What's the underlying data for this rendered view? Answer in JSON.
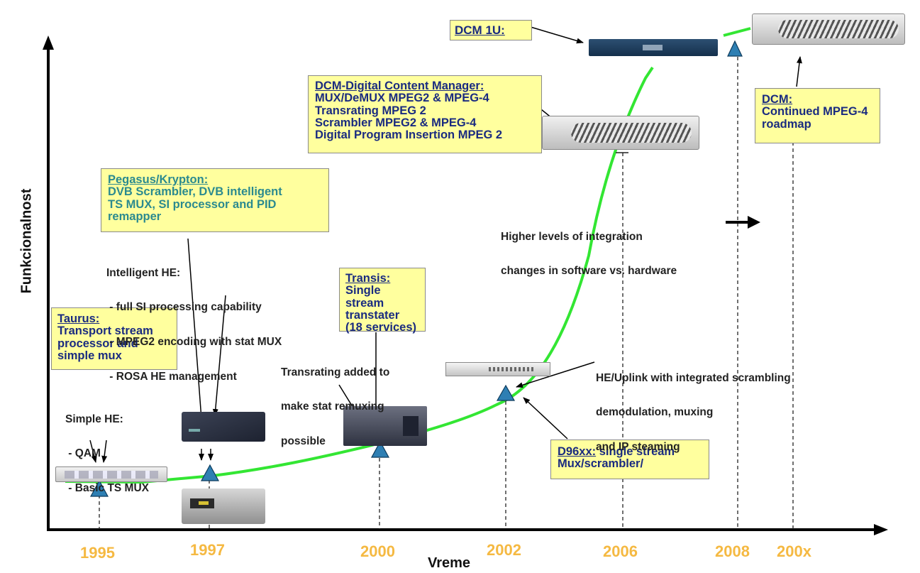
{
  "axes": {
    "x_label": "Vreme",
    "y_label": "Funkcionalnost"
  },
  "years": [
    "1995",
    "1997",
    "2000",
    "2002",
    "2006",
    "2008",
    "200x"
  ],
  "colors": {
    "curve": "#33e633",
    "year_text": "#f5b942",
    "marker": "#2e7fb3",
    "box_fill": "#ffff9e",
    "box_title": "#1a2b80",
    "pegasus_text": "#2b8a8f"
  },
  "boxes": {
    "dcm1u": {
      "title": "DCM 1U:"
    },
    "dcm_manager": {
      "title": "DCM-Digital Content Manager:",
      "lines": [
        "MUX/DeMUX MPEG2 & MPEG-4",
        "Transrating MPEG 2",
        "Scrambler MPEG2 & MPEG-4",
        "Digital Program Insertion MPEG 2"
      ]
    },
    "dcm": {
      "title": "DCM:",
      "lines": [
        "Continued MPEG-4",
        "roadmap"
      ]
    },
    "pegasus": {
      "title": "Pegasus/Krypton:",
      "lines": [
        "DVB Scrambler, DVB intelligent",
        "TS MUX, SI processor and PID",
        "remapper"
      ]
    },
    "transis": {
      "title": "Transis:",
      "lines": [
        "Single stream",
        "transtater",
        "(18 services)"
      ]
    },
    "taurus": {
      "title": "Taurus:",
      "lines": [
        "Transport stream",
        "processor and",
        "simple mux"
      ]
    },
    "d96xx": {
      "title": "D96xx:",
      "title_rest": " single stream",
      "lines": [
        "Mux/scrambler/"
      ]
    }
  },
  "notes": {
    "intelligent_he": [
      "Intelligent HE:",
      " - full SI processing capability",
      " - MPEG2 encoding with stat MUX",
      " - ROSA HE management"
    ],
    "simple_he": [
      "Simple HE:",
      " - QAM",
      " - Basic TS MUX"
    ],
    "transrating": [
      "Transrating added to",
      "make stat remuxing",
      "possible"
    ],
    "higher_levels": [
      "Higher levels of integration",
      "changes in software vs. hardware"
    ],
    "he_uplink": [
      "HE/Uplink with integrated scrambling",
      "demodulation, muxing",
      "and IP steaming"
    ]
  }
}
